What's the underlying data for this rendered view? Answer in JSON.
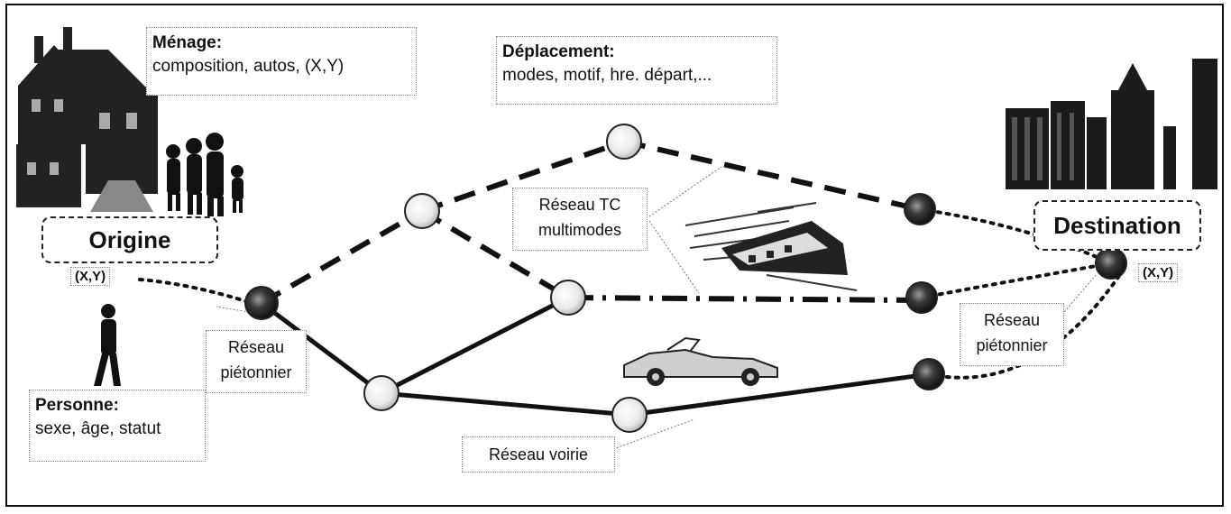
{
  "menage": {
    "title": "Ménage:",
    "detail": "composition, autos, (X,Y)"
  },
  "deplacement": {
    "title": "Déplacement:",
    "detail": "modes, motif, hre. départ,..."
  },
  "personne": {
    "title": "Personne:",
    "detail": "sexe, âge, statut"
  },
  "origine": {
    "label": "Origine",
    "xy": "(X,Y)"
  },
  "destination": {
    "label": "Destination",
    "xy": "(X,Y)"
  },
  "reseau_tc": {
    "line1": "Réseau TC",
    "line2": "multimodes"
  },
  "reseau_pieton_gauche": {
    "line1": "Réseau",
    "line2": "piétonnier"
  },
  "reseau_pieton_droite": {
    "line1": "Réseau",
    "line2": "piétonnier"
  },
  "reseau_voirie": {
    "label": "Réseau voirie"
  },
  "icons": [
    "house-icon",
    "family-icon",
    "pedestrian-icon",
    "city-skyline-icon",
    "train-icon",
    "car-icon"
  ]
}
